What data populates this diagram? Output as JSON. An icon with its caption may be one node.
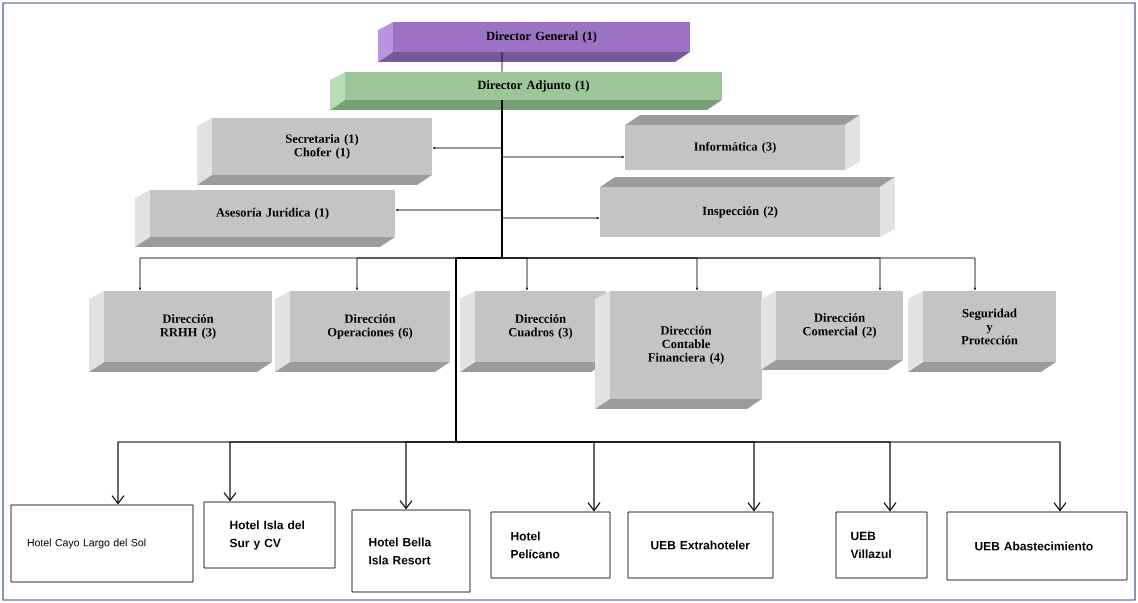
{
  "diagram": {
    "nodes": [
      {
        "text": [
          "Director General (1)"
        ]
      },
      {
        "text": [
          "Director Adjunto (1)"
        ]
      },
      {
        "text": [
          "Secretaria (1) Chofer (1)"
        ]
      },
      {
        "text": [
          "Informática (3)"
        ]
      },
      {
        "text": [
          "Asesoría Jurídica (1)"
        ]
      },
      {
        "text": [
          "Inspección (2)"
        ]
      },
      {
        "text": [
          "Dirección RRHH (3)"
        ]
      },
      {
        "text": [
          "Dirección Operaciones (6)"
        ]
      },
      {
        "text": [
          "Dirección Cuadros (3)"
        ]
      },
      {
        "text": [
          "**Dirección Contable Financiera** (4)"
        ]
      },
      {
        "text": [
          "**Dirección Comercial** (2)"
        ]
      },
      {
        "text": [
          "Seguridad y Protección"
        ]
      },
      {
        "text": [
          "Hotel Cayo Largo del Sol"
        ]
      },
      {
        "text": [
          "Hotel Isla del Sur y CV"
        ]
      },
      {
        "text": [
          "Hotel Bella Isla Resort"
        ]
      },
      {
        "text": [
          "Hotel Pelícano"
        ]
      },
      {
        "text": [
          "UEB Extrahoteler"
        ]
      },
      {
        "text": [
          "UEB Villazul"
        ]
      },
      {
        "text": [
          "UEB Abastecimiento"
        ]
      }
    ],
    "edges": [
      {
        "from": 0,
        "to": 1,
        "arrow": "none"
      },
      {
        "from": 1,
        "to": 2,
        "arrow": "to"
      },
      {
        "from": 1,
        "to": 3,
        "arrow": "to"
      },
      {
        "from": 1,
        "to": 4,
        "arrow": "to"
      },
      {
        "from": 1,
        "to": 5,
        "arrow": "to"
      },
      {
        "from": 1,
        "to": 6,
        "arrow": "to"
      },
      {
        "from": 1,
        "to": 7,
        "arrow": "to"
      },
      {
        "from": 1,
        "to": 8,
        "arrow": "to"
      },
      {
        "from": 1,
        "to": 9,
        "arrow": "to"
      },
      {
        "from": 1,
        "to": 10,
        "arrow": "to"
      },
      {
        "from": 1,
        "to": 11,
        "arrow": "to"
      },
      {
        "from": 1,
        "to": 12,
        "arrow": "to"
      },
      {
        "from": 1,
        "to": 13,
        "arrow": "to"
      },
      {
        "from": 1,
        "to": 14,
        "arrow": "to"
      },
      {
        "from": 1,
        "to": 15,
        "arrow": "to"
      },
      {
        "from": 1,
        "to": 16,
        "arrow": "to"
      },
      {
        "from": 1,
        "to": 17,
        "arrow": "to"
      },
      {
        "from": 1,
        "to": 18,
        "arrow": "to"
      }
    ]
  }
}
